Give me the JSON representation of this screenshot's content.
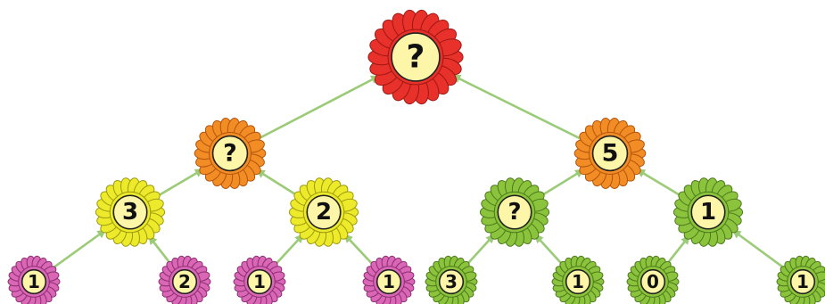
{
  "colors": {
    "red": {
      "fill": "#e8312a",
      "edge": "#9e1712"
    },
    "orange": {
      "fill": "#f28c24",
      "edge": "#b2540d"
    },
    "yellow": {
      "fill": "#ecea2a",
      "edge": "#9e9a0f"
    },
    "green": {
      "fill": "#8bc43c",
      "edge": "#4d7a1c"
    },
    "pink": {
      "fill": "#d967b6",
      "edge": "#8e2e72"
    },
    "center": "#fdf5a8",
    "arrow": "#9ccb78"
  },
  "flowers": [
    {
      "id": "root",
      "label": "?",
      "color": "red"
    },
    {
      "id": "left",
      "label": "?",
      "color": "orange"
    },
    {
      "id": "right",
      "label": "5",
      "color": "orange"
    },
    {
      "id": "l1",
      "label": "3",
      "color": "yellow"
    },
    {
      "id": "l2",
      "label": "2",
      "color": "yellow"
    },
    {
      "id": "r1",
      "label": "?",
      "color": "green"
    },
    {
      "id": "r2",
      "label": "1",
      "color": "green"
    },
    {
      "id": "b1",
      "label": "1",
      "color": "pink"
    },
    {
      "id": "b2",
      "label": "2",
      "color": "pink"
    },
    {
      "id": "b3",
      "label": "1",
      "color": "pink"
    },
    {
      "id": "b4",
      "label": "1",
      "color": "pink"
    },
    {
      "id": "b5",
      "label": "3",
      "color": "green"
    },
    {
      "id": "b6",
      "label": "1",
      "color": "green"
    },
    {
      "id": "b7",
      "label": "0",
      "color": "green"
    },
    {
      "id": "b8",
      "label": "1",
      "color": "green"
    }
  ],
  "edges": [
    {
      "from": "left",
      "to": "root"
    },
    {
      "from": "right",
      "to": "root"
    },
    {
      "from": "l1",
      "to": "left"
    },
    {
      "from": "l2",
      "to": "left"
    },
    {
      "from": "r1",
      "to": "right"
    },
    {
      "from": "r2",
      "to": "right"
    },
    {
      "from": "b1",
      "to": "l1"
    },
    {
      "from": "b2",
      "to": "l1"
    },
    {
      "from": "b3",
      "to": "l2"
    },
    {
      "from": "b4",
      "to": "l2"
    },
    {
      "from": "b5",
      "to": "r1"
    },
    {
      "from": "b6",
      "to": "r1"
    },
    {
      "from": "b7",
      "to": "r2"
    },
    {
      "from": "b8",
      "to": "r2"
    }
  ]
}
